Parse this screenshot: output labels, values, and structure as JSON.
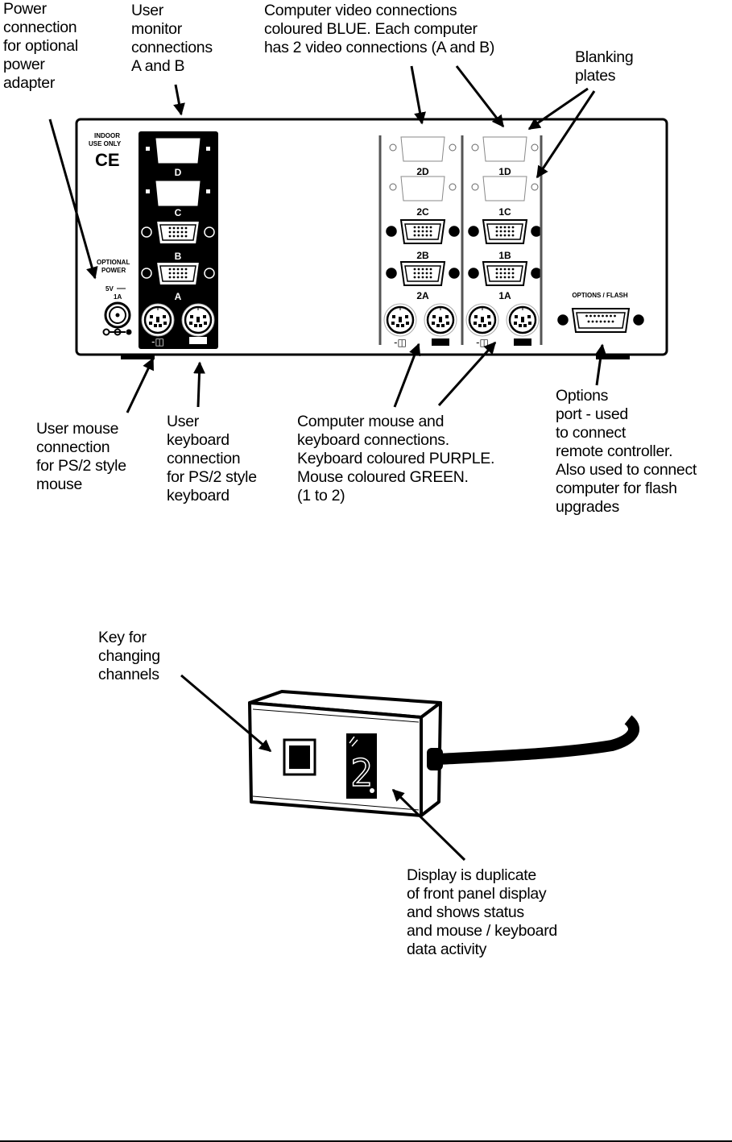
{
  "callouts": {
    "power": [
      "Power",
      "connection",
      "for optional",
      "power",
      "adapter"
    ],
    "user_monitor": [
      "User",
      "monitor",
      "connections",
      "A and B"
    ],
    "computer_video": [
      "Computer video connections",
      "coloured BLUE. Each computer",
      "has 2 video connections (A and B)"
    ],
    "blanking": [
      "Blanking",
      "plates"
    ],
    "user_mouse": [
      "User mouse",
      "connection",
      "for PS/2 style",
      "mouse"
    ],
    "user_keyboard": [
      "User",
      "keyboard",
      "connection",
      "for PS/2 style",
      "keyboard"
    ],
    "computer_mouse_keyboard": [
      "Computer mouse and",
      "keyboard connections.",
      "Keyboard coloured PURPLE.",
      "Mouse coloured GREEN.",
      "(1 to 2)"
    ],
    "options": [
      "Options",
      "port - used",
      "to connect",
      "remote controller.",
      "Also used to connect",
      "computer for flash",
      "upgrades"
    ],
    "key": [
      "Key for",
      "changing",
      "channels"
    ],
    "display": [
      "Display is duplicate",
      "of front panel display",
      "and shows status",
      "and mouse / keyboard",
      "data activity"
    ]
  },
  "panel": {
    "indoor": [
      "INDOOR",
      "USE ONLY"
    ],
    "ce_mark": "CE",
    "optional_power": [
      "OPTIONAL",
      "POWER"
    ],
    "power_rating": [
      "5V",
      "1A"
    ],
    "user_ports": [
      "D",
      "C",
      "B",
      "A"
    ],
    "computer2_ports": [
      "2D",
      "2C",
      "2B",
      "2A"
    ],
    "computer1_ports": [
      "1D",
      "1C",
      "1B",
      "1A"
    ],
    "options_label": "OPTIONS / FLASH"
  },
  "remote": {
    "display_digit": "2"
  }
}
